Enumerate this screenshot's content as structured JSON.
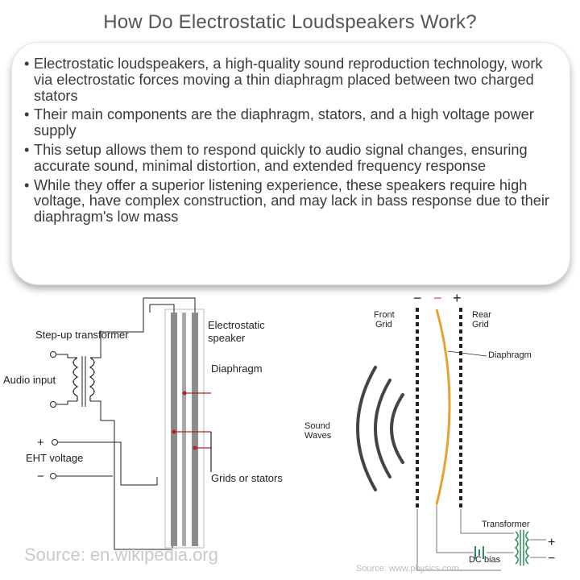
{
  "title": "How Do Electrostatic Loudspeakers Work?",
  "bullets": [
    "Electrostatic loudspeakers, a high-quality sound reproduction technology, work via electrostatic forces moving a thin diaphragm placed between two charged stators",
    "Their main components are the diaphragm, stators, and a high voltage power supply",
    "This setup allows them to respond quickly to audio signal changes, ensuring accurate sound, minimal distortion, and extended frequency response",
    "While they offer a superior listening experience, these speakers require high voltage, have complex construction, and may lack in bass response due to their diaphragm's low mass"
  ],
  "left_diagram": {
    "step_up_transformer": "Step-up transformer",
    "audio_input": "Audio input",
    "plus": "+",
    "eht_voltage": "EHT voltage",
    "minus": "−",
    "electrostatic": "Electrostatic",
    "speaker": "speaker",
    "diaphragm": "Diaphragm",
    "grids_or_stators": "Grids or stators"
  },
  "right_diagram": {
    "front": "Front",
    "grid_front": "Grid",
    "rear": "Rear",
    "grid_rear": "Grid",
    "diaphragm": "Diaphragm",
    "sound": "Sound",
    "waves": "Waves",
    "transformer": "Transformer",
    "dc_bias": "DC bias",
    "minus_front": "−",
    "minus_mid": "−",
    "plus_rear": "+",
    "out_plus": "+",
    "out_minus": "−"
  },
  "source": "Source: en.wikipedia.org",
  "source2": "Source: www.physics.com"
}
